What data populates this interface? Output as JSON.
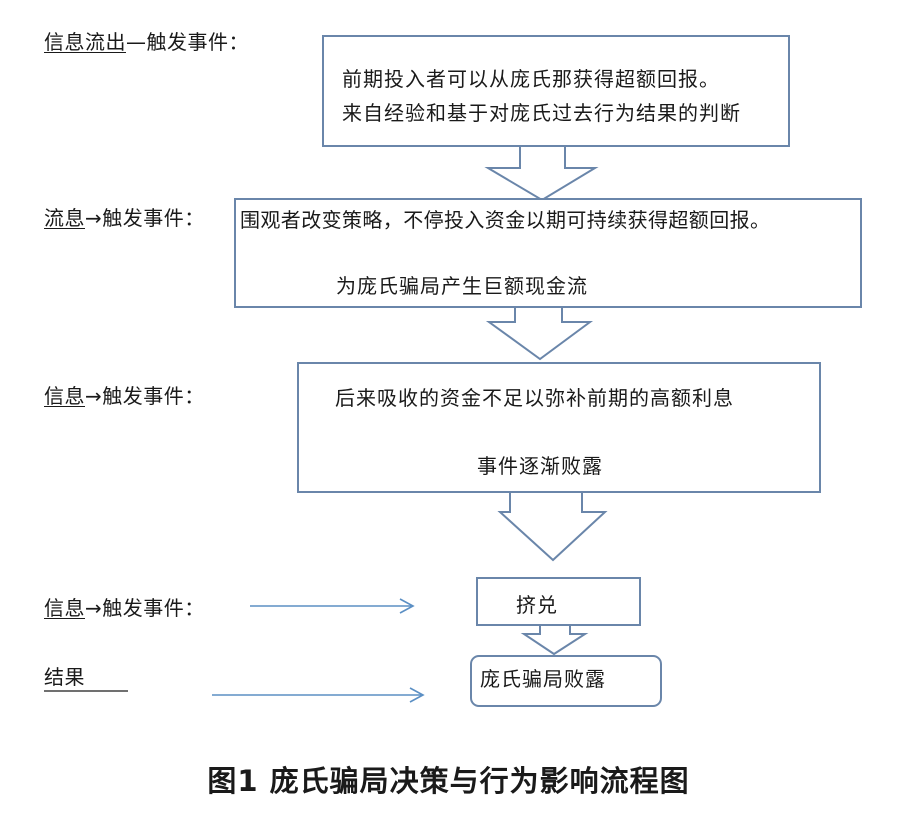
{
  "stages": [
    {
      "label_underlined": "信息流出",
      "label_rest": "—触发事件：",
      "lines": [
        "前期投入者可以从庞氏那获得超额回报。",
        "来自经验和基于对庞氏过去行为结果的判断"
      ]
    },
    {
      "label_underlined": "流息",
      "label_rest": "→触发事件：",
      "lines": [
        "围观者改变策略，不停投入资金以期可持续获得超额回报。",
        "为庞氏骗局产生巨额现金流"
      ]
    },
    {
      "label_underlined": "信息",
      "label_rest": "→触发事件：",
      "lines": [
        "后来吸收的资金不足以弥补前期的高额利息",
        "事件逐渐败露"
      ]
    },
    {
      "label_underlined": "信息",
      "label_rest": "→触发事件：",
      "lines": [
        "挤兑"
      ]
    },
    {
      "label_underlined": "结果",
      "label_rest": "",
      "lines": [
        "庞氏骗局败露"
      ]
    }
  ],
  "caption": "图1  庞氏骗局决策与行为影响流程图",
  "colors": {
    "box_border": "#6a86aa",
    "arrow": "#6a86aa",
    "pointer_arrow": "#5b8fc4",
    "text": "#1a1a1a"
  }
}
